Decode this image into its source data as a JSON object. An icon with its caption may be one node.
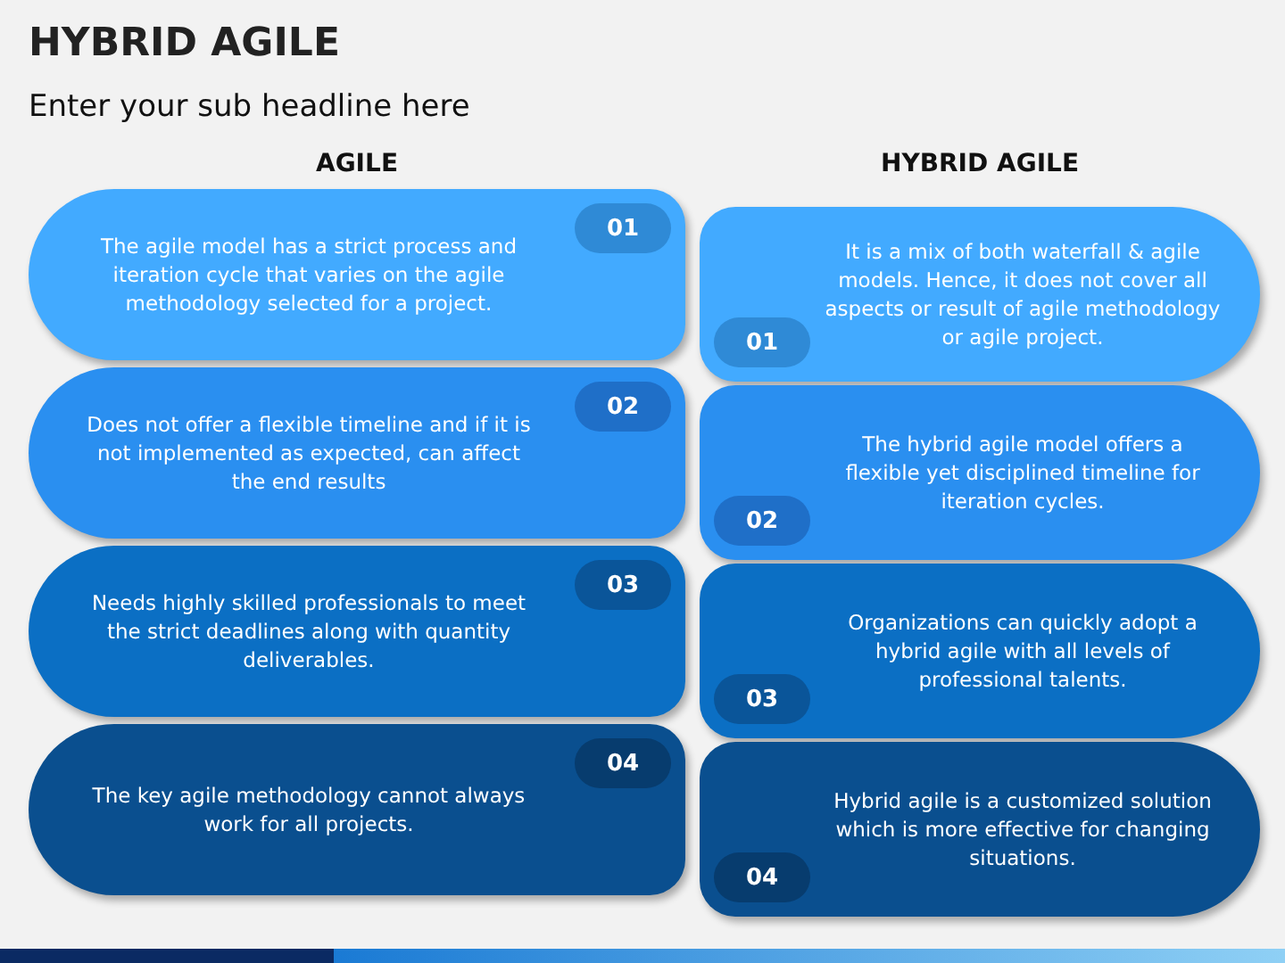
{
  "diagram": {
    "title": "HYBRID AGILE",
    "nodes": [
      {
        "text": [
          "The agile model has a strict process and iteration cycle that varies on the agile methodology selected for a project."
        ]
      },
      {
        "text": [
          "01"
        ],
        "in": 0
      },
      {
        "text": [
          "It is a mix of both waterfall & agile models. Hence, it does not cover all aspects or result of agile methodology or agile project."
        ]
      },
      {
        "text": [
          "01"
        ],
        "in": 2
      },
      {
        "text": [
          "Does not offer a flexible timeline and if it is not implemented as expected, can affect the end results"
        ]
      },
      {
        "text": [
          "02"
        ],
        "in": 4
      },
      {
        "text": [
          "The hybrid agile model offers a flexible yet disciplined timeline for iteration cycles."
        ]
      },
      {
        "text": [
          "02"
        ],
        "in": 6
      },
      {
        "text": [
          "Needs highly skilled professionals to meet the strict deadlines along with quantity deliverables."
        ]
      },
      {
        "text": [
          "03"
        ],
        "in": 8
      },
      {
        "text": [
          "Organizations can quickly adopt a hybrid agile with all levels of professional talents."
        ]
      },
      {
        "text": [
          "03"
        ],
        "in": 10
      },
      {
        "text": [
          "The key agile methodology cannot always work for all projects."
        ]
      },
      {
        "text": [
          "04"
        ],
        "in": 12
      },
      {
        "text": [
          "Hybrid agile is a customized solution which is more effective for changing situations."
        ]
      },
      {
        "text": [
          "04"
        ],
        "in": 14
      }
    ],
    "labels": [
      "Enter your sub headline here",
      "AGILE",
      "HYBRID AGILE"
    ]
  }
}
